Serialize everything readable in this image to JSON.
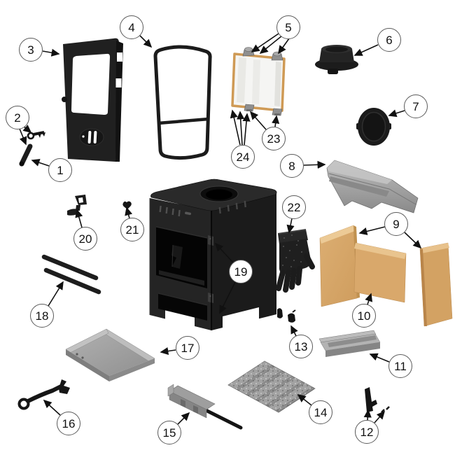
{
  "diagram_type": "exploded-parts-diagram-wood-stove",
  "colors": {
    "background": "#ffffff",
    "cast_black": "#1f1f1f",
    "metal_gray": "#9a9a9a",
    "firebrick_tan": "#d7a76a",
    "glass_gasket_tan": "#cf9a55",
    "callout_border": "#5a5a5a",
    "leader_line": "#111111"
  },
  "callouts": [
    {
      "label": "1",
      "part": "door-handle-rod"
    },
    {
      "label": "2",
      "part": "door-key"
    },
    {
      "label": "3",
      "part": "door"
    },
    {
      "label": "4",
      "part": "door-rope-seal"
    },
    {
      "label": "5",
      "part": "glass-clip-top"
    },
    {
      "label": "6",
      "part": "flue-collar"
    },
    {
      "label": "7",
      "part": "blanking-plate"
    },
    {
      "label": "8",
      "part": "baffle-plate"
    },
    {
      "label": "9",
      "part": "side-firebricks"
    },
    {
      "label": "10",
      "part": "rear-firebrick"
    },
    {
      "label": "11",
      "part": "log-retainer"
    },
    {
      "label": "12",
      "part": "latch-bracket-and-pins"
    },
    {
      "label": "13",
      "part": "glass-retainer-clips"
    },
    {
      "label": "14",
      "part": "fire-grate"
    },
    {
      "label": "15",
      "part": "riddling-plate"
    },
    {
      "label": "16",
      "part": "operating-tool"
    },
    {
      "label": "17",
      "part": "base-plate"
    },
    {
      "label": "18",
      "part": "handle-rods"
    },
    {
      "label": "19",
      "part": "door-hinges"
    },
    {
      "label": "20",
      "part": "latch-keep"
    },
    {
      "label": "21",
      "part": "air-control-knob"
    },
    {
      "label": "22",
      "part": "heat-glove"
    },
    {
      "label": "23",
      "part": "glass-clip-bottom"
    },
    {
      "label": "24",
      "part": "glass-clip-screws"
    }
  ]
}
